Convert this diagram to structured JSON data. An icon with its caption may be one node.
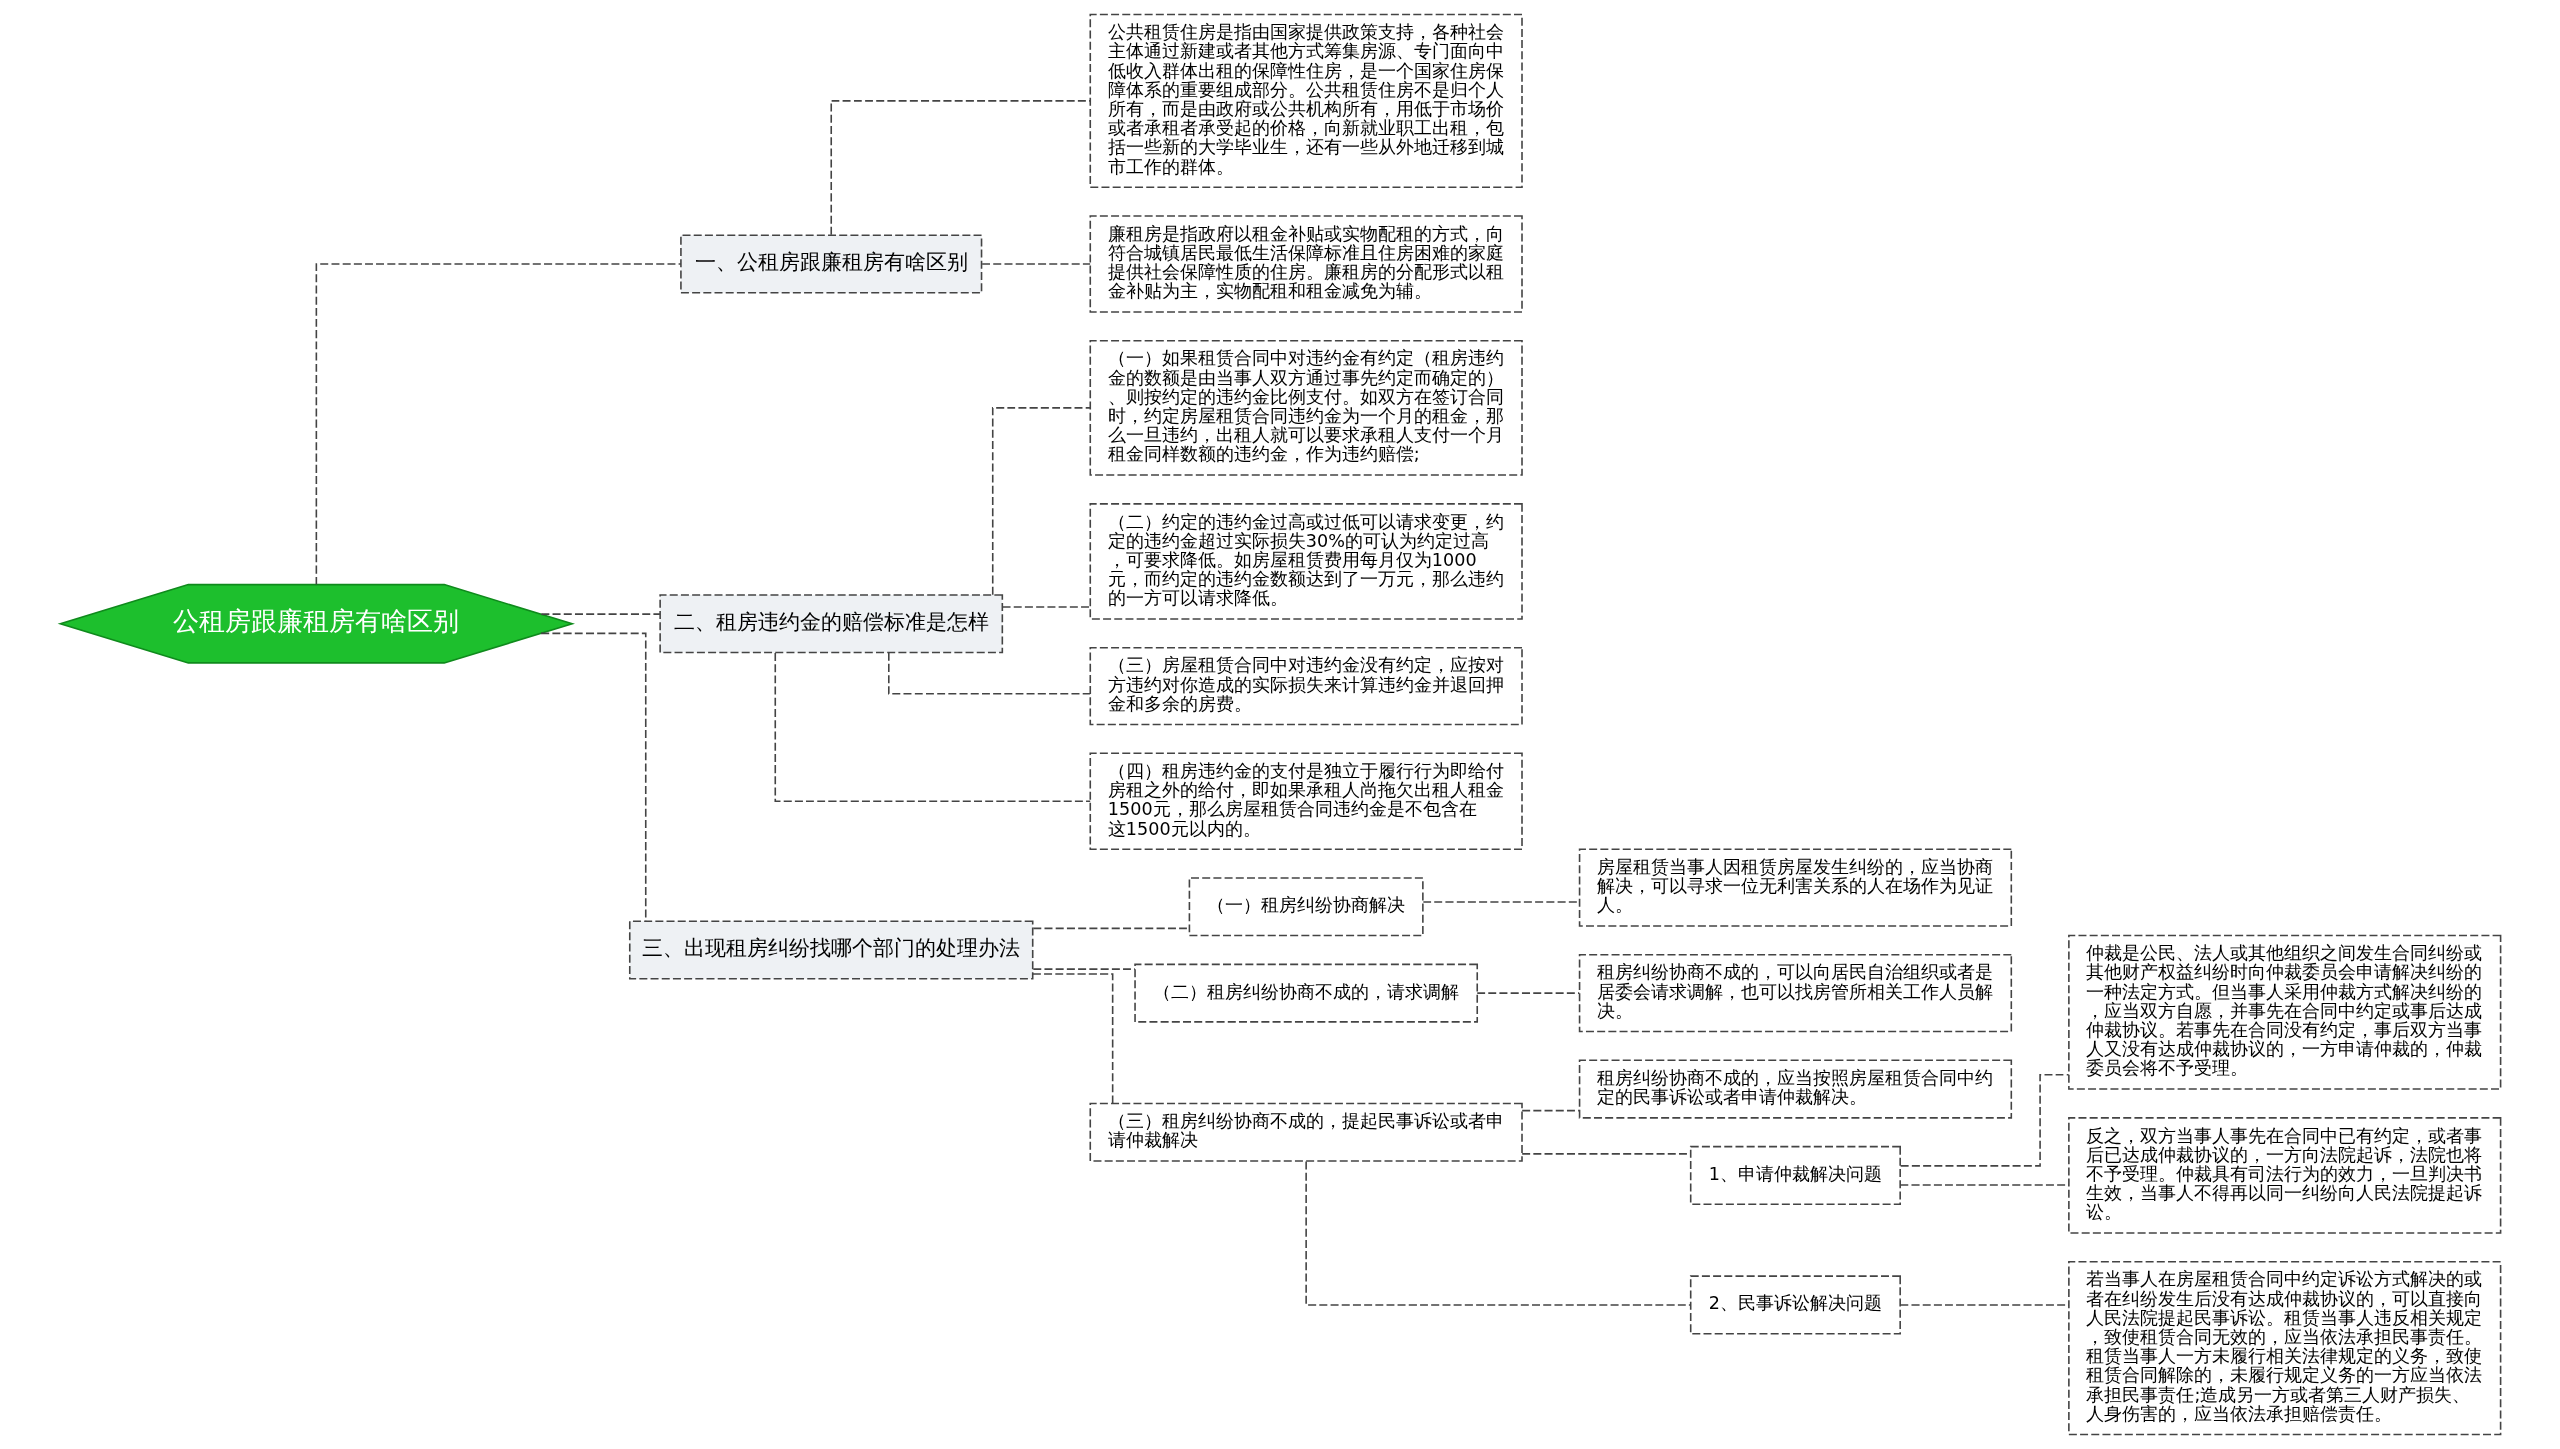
{
  "diagram": {
    "nodes": [
      {
        "text": [
          "公租房跟廉租房有啥区别"
        ]
      },
      {
        "text": [
          "一、公租房跟廉租房有啥区别"
        ]
      },
      {
        "text": [
          "公共租赁住房是指由国家提供政策支持，各种社会主体通过新建或者其他方式筹集房源、专门面向中低收入群体出租的保障性住房，是一个国家住房保障体系的重要组成部分。公共租赁住房不是归个人所有，而是由政府或公共机构所有，用低于市场价或者承租者承受起的价格，向新就业职工出租，包括一些新的大学毕业生，还有一些从外地迁移到城市工作的群体。"
        ]
      },
      {
        "text": [
          "廉租房是指政府以租金补贴或实物配租的方式，向符合城镇居民最低生活保障标准且住房困难的家庭提供社会保障性质的住房。廉租房的分配形式以租金补贴为主，实物配租和租金减免为辅。"
        ]
      },
      {
        "text": [
          "二、租房违约金的赔偿标准是怎样"
        ]
      },
      {
        "text": [
          "（一）如果租赁合同中对违约金有约定（租房违约金的数额是由当事人双方通过事先约定而确定的）、则按约定的违约金比例支付。如双方在签订合同时，约定房屋租赁合同违约金为一个月的租金，那么一旦违约，出租人就可以要求承租人支付一个月租金同样数额的违约金，作为违约赔偿;"
        ]
      },
      {
        "text": [
          "（二）约定的违约金过高或过低可以请求变更，约定的违约金超过实际损失30%的可认为约定过高，可要求降低。如房屋租赁费用每月仅为1000元，而约定的违约金数额达到了一万元，那么违约的一方可以请求降低。"
        ]
      },
      {
        "text": [
          "（三）房屋租赁合同中对违约金没有约定，应按对方违约对你造成的实际损失来计算违约金并退回押金和多余的房费。"
        ]
      },
      {
        "text": [
          "（四）租房违约金的支付是独立于履行行为即给付房租之外的给付，即如果承租人尚拖欠出租人租金1500元，那么房屋租赁合同违约金是不包含在这1500元以内的。"
        ]
      },
      {
        "text": [
          "三、出现租房纠纷找哪个部门的处理办法"
        ]
      },
      {
        "text": [
          "（一）租房纠纷协商解决"
        ]
      },
      {
        "text": [
          "房屋租赁当事人因租赁房屋发生纠纷的，应当协商解决，可以寻求一位无利害关系的人在场作为见证人。"
        ]
      },
      {
        "text": [
          "（二）租房纠纷协商不成的，请求调解"
        ]
      },
      {
        "text": [
          "租房纠纷协商不成的，可以向居民自治组织或者是居委会请求调解，也可以找房管所相关工作人员解决。"
        ]
      },
      {
        "text": [
          "（三）租房纠纷协商不成的，提起民事诉讼或者申请仲裁解决"
        ]
      },
      {
        "text": [
          "租房纠纷协商不成的，应当按照房屋租赁合同中约定的民事诉讼或者申请仲裁解决。"
        ]
      },
      {
        "text": [
          "1、申请仲裁解决问题"
        ]
      },
      {
        "text": [
          "仲裁是公民、法人或其他组织之间发生合同纠纷或其他财产权益纠纷时向仲裁委员会申请解决纠纷的一种法定方式。但当事人采用仲裁方式解决纠纷的，应当双方自愿，并事先在合同中约定或事后达成仲裁协议。若事先在合同没有约定，事后双方当事人又没有达成仲裁协议的，一方申请仲裁的，仲裁委员会将不予受理。"
        ]
      },
      {
        "text": [
          "反之，双方当事人事先在合同中已有约定，或者事后已达成仲裁协议的，一方向法院起诉，法院也将不予受理。仲裁具有司法行为的效力，一旦判决书生效，当事人不得再以同一纠纷向人民法院提起诉讼。"
        ]
      },
      {
        "text": [
          "2、民事诉讼解决问题"
        ]
      },
      {
        "text": [
          "若当事人在房屋租赁合同中约定诉讼方式解决的或者在纠纷发生后没有达成仲裁协议的，可以直接向人民法院提起民事诉讼。租赁当事人违反相关规定，致使租赁合同无效的，应当依法承担民事责任。租赁当事人一方未履行相关法律规定的义务，致使租赁合同解除的，未履行规定义务的一方应当依法承担民事责任;造成另一方或者第三人财产损失、人身伤害的，应当依法承担赔偿责任。"
        ]
      }
    ],
    "edges": [
      {
        "from": 0,
        "to": 1,
        "arrow": "none",
        "style": "dashed"
      },
      {
        "from": 1,
        "to": 2,
        "arrow": "none",
        "style": "dashed"
      },
      {
        "from": 1,
        "to": 3,
        "arrow": "none",
        "style": "dashed"
      },
      {
        "from": 0,
        "to": 4,
        "arrow": "none",
        "style": "dashed"
      },
      {
        "from": 4,
        "to": 5,
        "arrow": "none",
        "style": "dashed"
      },
      {
        "from": 4,
        "to": 6,
        "arrow": "none",
        "style": "dashed"
      },
      {
        "from": 4,
        "to": 7,
        "arrow": "none",
        "style": "dashed"
      },
      {
        "from": 4,
        "to": 8,
        "arrow": "none",
        "style": "dashed"
      },
      {
        "from": 0,
        "to": 9,
        "arrow": "none",
        "style": "dashed"
      },
      {
        "from": 9,
        "to": 10,
        "arrow": "none",
        "style": "dashed"
      },
      {
        "from": 10,
        "to": 11,
        "arrow": "none",
        "style": "dashed"
      },
      {
        "from": 9,
        "to": 12,
        "arrow": "none",
        "style": "dashed"
      },
      {
        "from": 12,
        "to": 13,
        "arrow": "none",
        "style": "dashed"
      },
      {
        "from": 9,
        "to": 14,
        "arrow": "none",
        "style": "dashed"
      },
      {
        "from": 14,
        "to": 15,
        "arrow": "none",
        "style": "dashed"
      },
      {
        "from": 14,
        "to": 16,
        "arrow": "none",
        "style": "dashed"
      },
      {
        "from": 16,
        "to": 17,
        "arrow": "none",
        "style": "dashed"
      },
      {
        "from": 16,
        "to": 18,
        "arrow": "none",
        "style": "dashed"
      },
      {
        "from": 14,
        "to": 19,
        "arrow": "none",
        "style": "dashed"
      },
      {
        "from": 19,
        "to": 20,
        "arrow": "none",
        "style": "dashed"
      }
    ]
  }
}
